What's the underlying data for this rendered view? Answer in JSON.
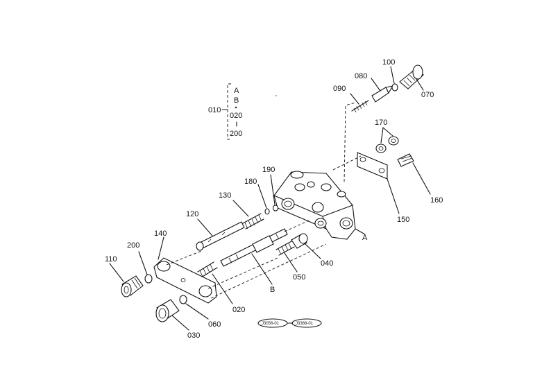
{
  "callouts": {
    "c010": "010",
    "cA": "A",
    "cB_group": "B",
    "c020_group": "020",
    "c200_group": "200",
    "c020": "020",
    "c030": "030",
    "c040": "040",
    "c050": "050",
    "c060": "060",
    "c070": "070",
    "c080": "080",
    "c090": "090",
    "c100": "100",
    "c110": "110",
    "c120": "120",
    "c130": "130",
    "c140": "140",
    "c150": "150",
    "c160": "160",
    "c170": "170",
    "c180": "180",
    "c190": "190",
    "c200": "200",
    "cB": "B",
    "cA_body": "A"
  },
  "refs": {
    "ref1": "J3056-01",
    "ref2": "J3388-01"
  }
}
